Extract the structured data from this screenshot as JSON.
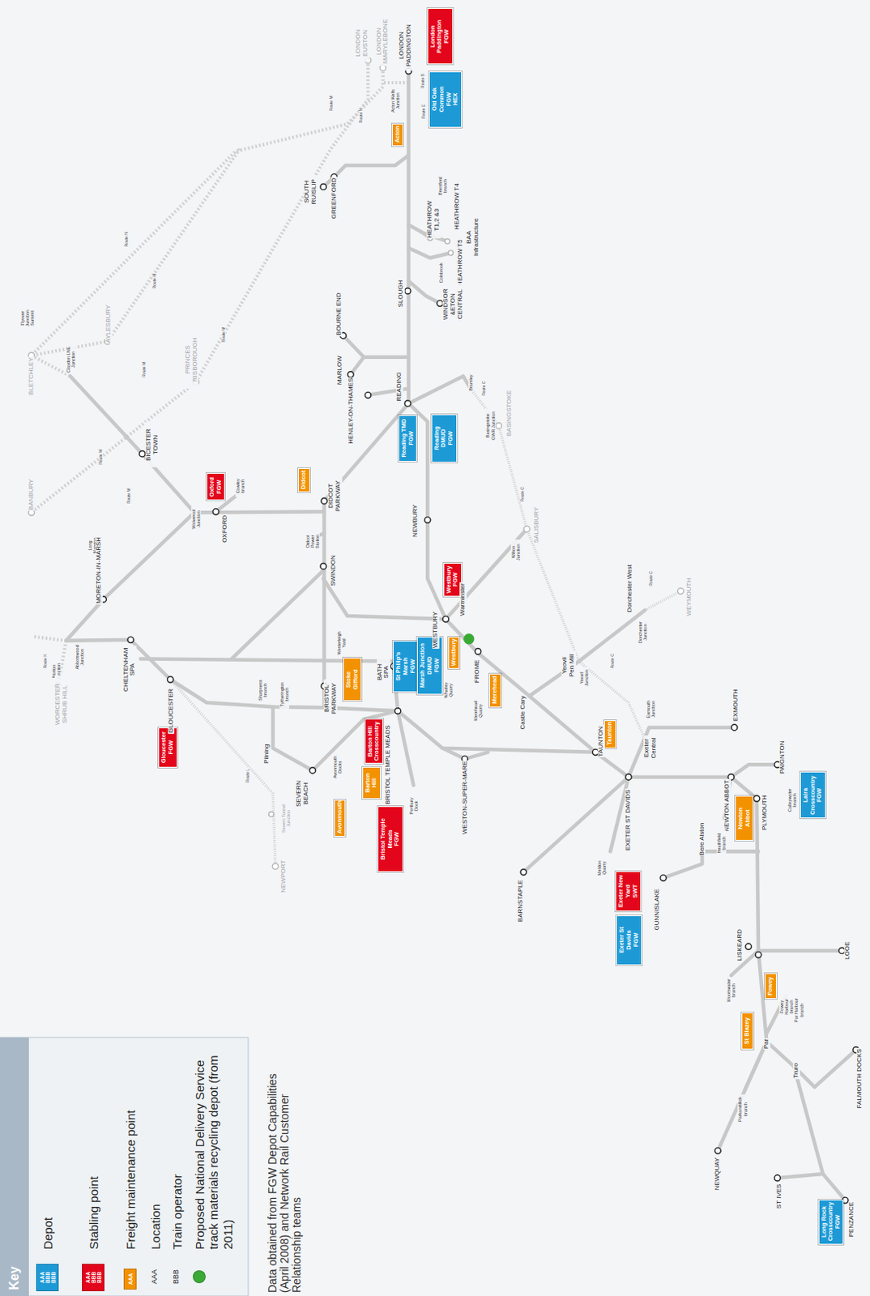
{
  "diagram": {
    "caption": "Data obtained from FGW Depot Capabilities (April 2008) and Network Rail Customer Relationship teams",
    "nodes": [
      {
        "text": [
          "London Paddington",
          "FGW"
        ]
      },
      {
        "text": [
          "Old Oak Common",
          "FGW",
          "HEX"
        ]
      },
      {
        "text": [
          "Acton"
        ]
      },
      {
        "text": [
          "Reading TMD",
          "FGW"
        ]
      },
      {
        "text": [
          "Reading DMUD",
          "FGW"
        ]
      },
      {
        "text": [
          "Oxford",
          "FGW"
        ]
      },
      {
        "text": [
          "Didcot"
        ]
      },
      {
        "text": [
          "Westbury",
          "FGW"
        ]
      },
      {
        "text": [
          "Westbury"
        ]
      },
      {
        "text": [
          "St Philip's Marsh",
          "FGW"
        ]
      },
      {
        "text": [
          "Marsh Junction DMUD",
          "FGW"
        ]
      },
      {
        "text": [
          "Stoke Gifford"
        ]
      },
      {
        "text": [
          "Merehead"
        ]
      },
      {
        "text": [
          "Gloucester",
          "FGW"
        ]
      },
      {
        "text": [
          "Barton Hill",
          "Crosscountry"
        ]
      },
      {
        "text": [
          "Barton Hill"
        ]
      },
      {
        "text": [
          "Bristol Temple Meads",
          "FGW"
        ]
      },
      {
        "text": [
          "Avonmouth"
        ]
      },
      {
        "text": [
          "Taunton"
        ]
      },
      {
        "text": [
          "Laira",
          "Crosscountry",
          "FGW"
        ]
      },
      {
        "text": [
          "Newton Abbot"
        ]
      },
      {
        "text": [
          "Exeter New Yard",
          "SWT"
        ]
      },
      {
        "text": [
          "Exeter St Davids",
          "FGW"
        ]
      },
      {
        "text": [
          "Fowey"
        ]
      },
      {
        "text": [
          "St Blazey"
        ]
      },
      {
        "text": [
          "Long Rock",
          "Crosscountry",
          "FGW"
        ]
      }
    ],
    "labels": [
      "Key",
      "AAA",
      "BBB",
      "BBB",
      "AAA",
      "BBB",
      "BBB",
      "AAA",
      "AAA",
      "BBB",
      "LONDON PADDINGTON",
      "LONDON EUSTON",
      "LONDON MARYLEBONE",
      "Acton Wells Junction",
      "Route B",
      "Route E",
      "Route M",
      "Route N",
      "SOUTH RUISLIP",
      "GREENFORD",
      "Brentford branch",
      "HEATHROW T1,2 &3",
      "HEATHROW T4",
      "HEATHROW T5",
      "Colnbrook",
      "BAA Infrastructure",
      "SLOUGH",
      "WINDSOR &ETON CENTRAL",
      "BOURNE END",
      "MARLOW",
      "HENLEY-ON-THAMES",
      "READING",
      "Bramley",
      "Route C",
      "Basingstoke GWR Junction",
      "BASINGSTOKE",
      "Flyover Junction Summit",
      "Claydon LNE Junction",
      "BLETCHLEY",
      "AYLESBURY",
      "PRINCES RISBOROUGH",
      "Route N",
      "Route M",
      "Route M",
      "Route M",
      "BICESTER TOWN",
      "Route M",
      "BANBURY",
      "Route M",
      "Cowley branch",
      "OXFORD",
      "Wolvercot Junction",
      "Long Marston",
      "MORETON-IN-MARSH",
      "DIDCOT PARKWAY",
      "Didcot Power Station",
      "SWINDON",
      "NEWBURY",
      "Route C",
      "SALISBURY",
      "Wilton Junction",
      "Warminster",
      "WESTBURY",
      "Westerleigh Yard",
      "Route K",
      "Norton Junction",
      "Abbotswood Junction",
      "WORCESTER SHRUB HILL",
      "CHELTENHAM SPA",
      "GLOUCESTER",
      "Sharpness branch",
      "Tytherington branch",
      "BRISTOL PARKWAY",
      "BATH SPA",
      "Whatley Quarry",
      "FROME",
      "Merehead Quarry",
      "Castle Cary",
      "Yeovil Pen Mill",
      "Yeovil Junction",
      "Dorchester West",
      "Route C",
      "Dorchester Junction",
      "WEYMOUTH",
      "Route C",
      "BRISTOL TEMPLE MEADS",
      "Pilning",
      "Route L",
      "Severn Tunnel Junction",
      "NEWPORT",
      "SEVERN BEACH",
      "Avonmouth Docks",
      "Portbury Dock",
      "WESTON-SUPER-MARE",
      "TAUNTON",
      "Exmouth Junction",
      "Exeter Central",
      "EXMOUTH",
      "EXETER ST DAVIDS",
      "PAIGNTON",
      "NEWTON ABBOT",
      "PLYMOUTH",
      "Calleywater branch",
      "Heathfield branch",
      "Bere Alston",
      "GUNNISLAKE",
      "Meldon Quarry",
      "BARNSTAPLE",
      "LISKEARD",
      "LOOE",
      "Moorswater branch",
      "Fowey Harbour branch",
      "Par Harbour branch",
      "Par",
      "Truro",
      "FALMOUTH DOCKS",
      "Parkandillick branch",
      "NEWQUAY",
      "ST IVES",
      "PENZANCE"
    ],
    "legend": [
      {
        "text": "Depot",
        "color": "#1d9ad6"
      },
      {
        "text": "Stabling point",
        "color": "#e3051b"
      },
      {
        "text": "Freight maintenance point",
        "color": "#f39200"
      },
      {
        "text": "Location"
      },
      {
        "text": "Train operator"
      },
      {
        "text": "Proposed National Delivery Service track materials recycling depot (from 2011)",
        "color": "#3aaa35"
      }
    ]
  }
}
